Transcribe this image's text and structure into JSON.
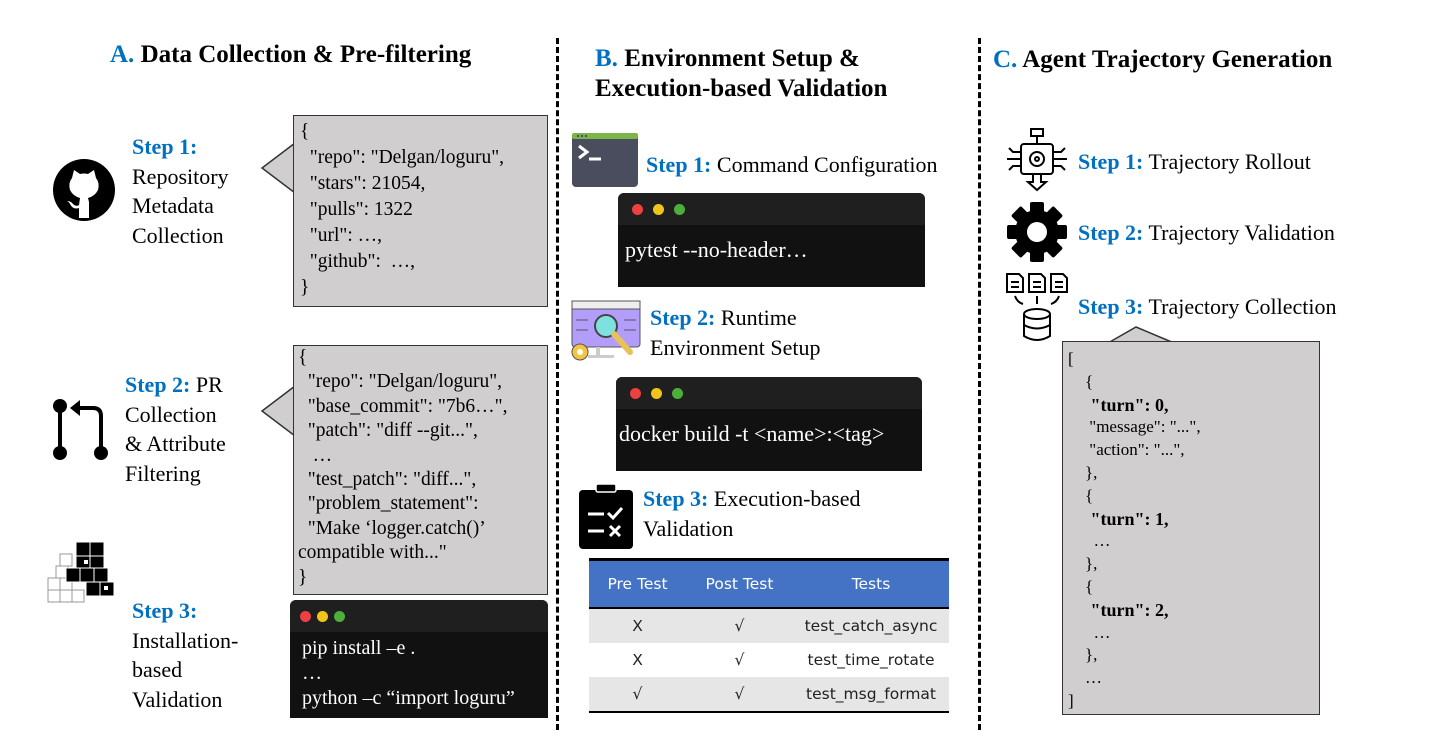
{
  "colors": {
    "accent_blue": "#0070c0",
    "table_header": "#4472c4",
    "json_box": "#d0cece",
    "terminal": "#111111"
  },
  "section_a": {
    "letter": "A.",
    "title": "Data Collection & Pre-filtering",
    "step1": {
      "label": "Step 1:",
      "lines": [
        "Repository",
        "Metadata",
        "Collection"
      ],
      "icon": "github-icon"
    },
    "json1": [
      "{",
      "  \"repo\": \"Delgan/loguru\",",
      "  \"stars\": 21054,",
      "  \"pulls\": 1322",
      "  \"url\": …,",
      "  \"github\":  …,",
      "}"
    ],
    "step2": {
      "label": "Step 2:",
      "first": " PR",
      "lines": [
        "Collection",
        "& Attribute",
        "Filtering"
      ],
      "icon": "pull-request-icon"
    },
    "json2": [
      "{",
      "  \"repo\": \"Delgan/loguru\",",
      "  \"base_commit\": \"7b6…\",",
      "  \"patch\": \"diff --git...\",",
      "   …",
      "  \"test_patch\": \"diff...\",",
      "  \"problem_statement\":",
      "  \"Make ‘logger.catch()’",
      "compatible with...\"",
      "}"
    ],
    "step3": {
      "label": "Step 3:",
      "lines": [
        "Installation-",
        "based",
        "Validation"
      ],
      "icon": "blocks-icon"
    },
    "terminal": [
      "pip install –e .",
      "…",
      "python –c “import loguru”"
    ]
  },
  "section_b": {
    "letter": "B.",
    "title_line1": "Environment Setup &",
    "title_line2": "Execution-based Validation",
    "step1": {
      "label": "Step 1:",
      "text": " Command Configuration",
      "icon": "terminal-icon"
    },
    "terminal1": "pytest --no-header…",
    "step2": {
      "label": "Step 2:",
      "text": " Runtime",
      "line2": "Environment Setup",
      "icon": "web-inspect-icon"
    },
    "terminal2": "docker build -t <name>:<tag>",
    "step3": {
      "label": "Step 3:",
      "text": " Execution-based",
      "line2": "Validation",
      "icon": "checklist-icon"
    },
    "table": {
      "headers": [
        "Pre Test",
        "Post Test",
        "Tests"
      ],
      "rows": [
        [
          "X",
          "√",
          "test_catch_async"
        ],
        [
          "X",
          "√",
          "test_time_rotate"
        ],
        [
          "√",
          "√",
          "test_msg_format"
        ]
      ]
    }
  },
  "section_c": {
    "letter": "C.",
    "title": "Agent Trajectory Generation",
    "step1": {
      "label": "Step 1:",
      "text": " Trajectory Rollout",
      "icon": "ai-chip-icon"
    },
    "step2": {
      "label": "Step 2:",
      "text": " Trajectory Validation",
      "icon": "gear-icon"
    },
    "step3": {
      "label": "Step 3:",
      "text": " Trajectory Collection",
      "icon": "database-icon"
    },
    "json": [
      {
        "t": "[",
        "b": false
      },
      {
        "t": "    {",
        "b": false
      },
      {
        "t": "     \"turn\": 0,",
        "b": true
      },
      {
        "t": "     \"message\": \"...\",",
        "b": false
      },
      {
        "t": "     \"action\": \"...\",",
        "b": false
      },
      {
        "t": "    },",
        "b": false
      },
      {
        "t": "    {",
        "b": false
      },
      {
        "t": "     \"turn\": 1,",
        "b": true
      },
      {
        "t": "      …",
        "b": false
      },
      {
        "t": "    },",
        "b": false
      },
      {
        "t": "    {",
        "b": false
      },
      {
        "t": "     \"turn\": 2,",
        "b": true
      },
      {
        "t": "      …",
        "b": false
      },
      {
        "t": "    },",
        "b": false
      },
      {
        "t": "    …",
        "b": false
      },
      {
        "t": "]",
        "b": false
      }
    ]
  }
}
